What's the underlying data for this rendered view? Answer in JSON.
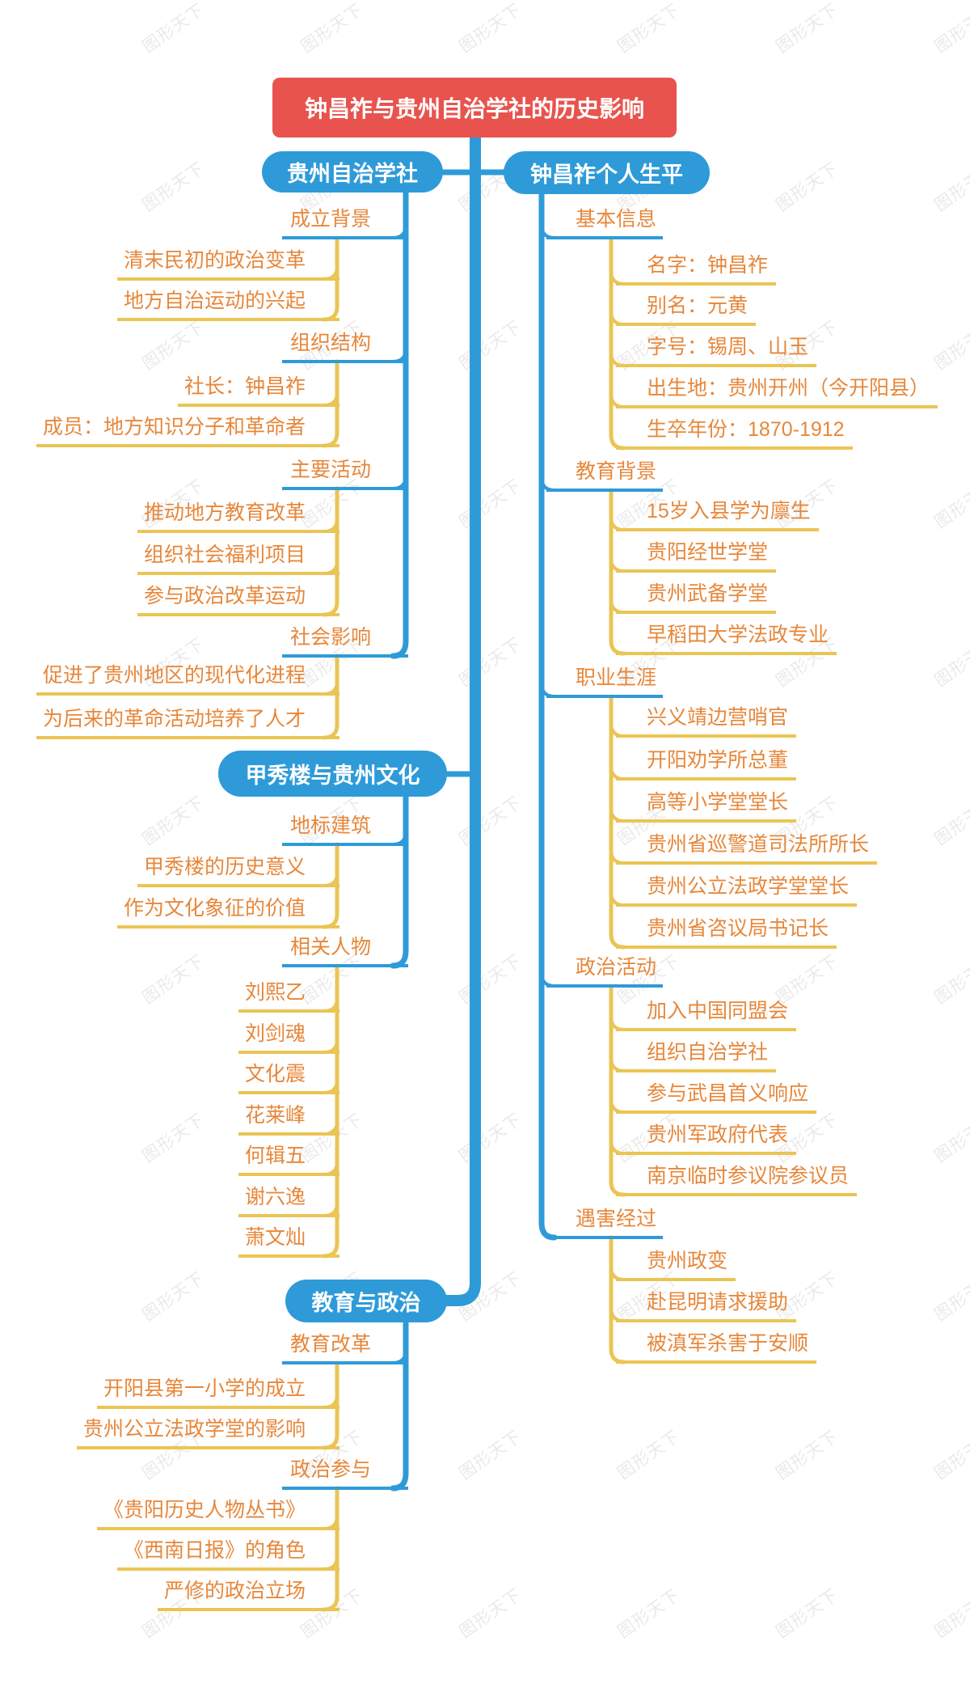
{
  "watermark": {
    "text": "图形天下"
  },
  "colors": {
    "root_red": "#E8534E",
    "node_blue": "#2E9BD8",
    "text_orange": "#E7873A",
    "line_yellow": "#EAC554"
  },
  "root": {
    "label": "钟昌祚与贵州自治学社的历史影响"
  },
  "branches": [
    {
      "label": "贵州自治学社",
      "topics": [
        {
          "label": "成立背景",
          "children": [
            "清末民初的政治变革",
            "地方自治运动的兴起"
          ]
        },
        {
          "label": "组织结构",
          "children": [
            "社长：钟昌祚",
            "成员：地方知识分子和革命者"
          ]
        },
        {
          "label": "主要活动",
          "children": [
            "推动地方教育改革",
            "组织社会福利项目",
            "参与政治改革运动"
          ]
        },
        {
          "label": "社会影响",
          "children": [
            "促进了贵州地区的现代化进程",
            "为后来的革命活动培养了人才"
          ]
        }
      ]
    },
    {
      "label": "钟昌祚个人生平",
      "topics": [
        {
          "label": "基本信息",
          "children": [
            "名字：钟昌祚",
            "别名：元黄",
            "字号：锡周、山玉",
            "出生地：贵州开州（今开阳县）",
            "生卒年份：1870-1912"
          ]
        },
        {
          "label": "教育背景",
          "children": [
            "15岁入县学为廪生",
            "贵阳经世学堂",
            "贵州武备学堂",
            "早稻田大学法政专业"
          ]
        },
        {
          "label": "职业生涯",
          "children": [
            "兴义靖边营哨官",
            "开阳劝学所总董",
            "高等小学堂堂长",
            "贵州省巡警道司法所所长",
            "贵州公立法政学堂堂长",
            "贵州省咨议局书记长"
          ]
        },
        {
          "label": "政治活动",
          "children": [
            "加入中国同盟会",
            "组织自治学社",
            "参与武昌首义响应",
            "贵州军政府代表",
            "南京临时参议院参议员"
          ]
        },
        {
          "label": "遇害经过",
          "children": [
            "贵州政变",
            "赴昆明请求援助",
            "被滇军杀害于安顺"
          ]
        }
      ]
    },
    {
      "label": "甲秀楼与贵州文化",
      "topics": [
        {
          "label": "地标建筑",
          "children": [
            "甲秀楼的历史意义",
            "作为文化象征的价值"
          ]
        },
        {
          "label": "相关人物",
          "children": [
            "刘熙乙",
            "刘剑魂",
            "文化震",
            "花莱峰",
            "何辑五",
            "谢六逸",
            "萧文灿"
          ]
        }
      ]
    },
    {
      "label": "教育与政治",
      "topics": [
        {
          "label": "教育改革",
          "children": [
            "开阳县第一小学的成立",
            "贵州公立法政学堂的影响"
          ]
        },
        {
          "label": "政治参与",
          "children": [
            "《贵阳历史人物丛书》",
            "《西南日报》的角色",
            "严修的政治立场"
          ]
        }
      ]
    }
  ]
}
